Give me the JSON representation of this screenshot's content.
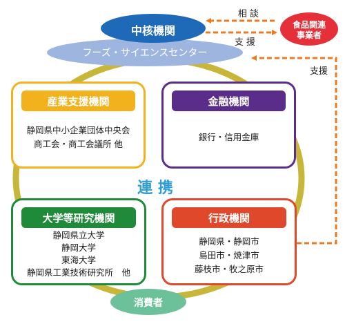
{
  "colors": {
    "ring": "#c8b63a",
    "core": "#1e6ab8",
    "center": "#9eb6df",
    "food": "#e5303a",
    "arrow": "#ee7a1f",
    "industry": "#f2b21e",
    "finance": "#5b2d8a",
    "university": "#1f8a3a",
    "government": "#e0482b",
    "consumer": "#6cc19a",
    "renkei": "#2f9ed8"
  },
  "nodes": {
    "core": "中核機関",
    "center": "フーズ・サイエンスセンター",
    "food_business": [
      "食品関連",
      "事業者"
    ],
    "consumer": "消費者",
    "renkei": "連 携"
  },
  "arrows": {
    "consult": "相 談",
    "support_top": "支 援",
    "support_right": "支援"
  },
  "boxes": {
    "industry": {
      "title": "産業支援機関",
      "lines": [
        "静岡県中小企業団体中央会",
        "商工会・商工会議所 他"
      ]
    },
    "finance": {
      "title": "金融機関",
      "lines": [
        "銀行・信用金庫"
      ]
    },
    "university": {
      "title": "大学等研究機関",
      "lines": [
        "静岡県立大学",
        "静岡大学",
        "東海大学",
        "静岡県工業技術研究所　他"
      ]
    },
    "government": {
      "title": "行政機関",
      "lines": [
        "静岡県・静岡市",
        "島田市・焼津市",
        "藤枝市・牧之原市"
      ]
    }
  }
}
